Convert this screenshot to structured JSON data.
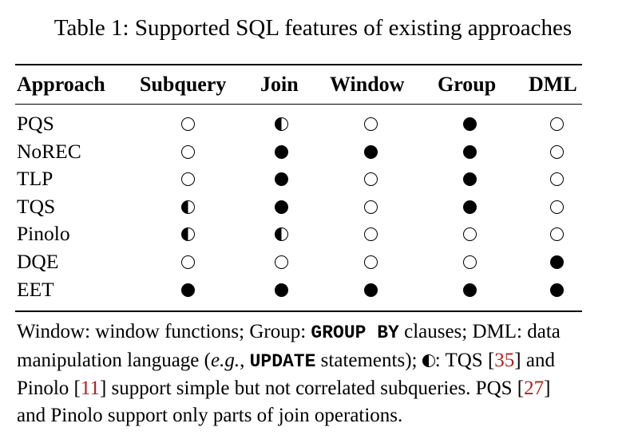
{
  "caption": "Table 1: Supported SQL features of existing approaches",
  "table": {
    "headers": [
      "Approach",
      "Subquery",
      "Join",
      "Window",
      "Group",
      "DML"
    ],
    "rows": [
      {
        "approach": "PQS",
        "cells": [
          "empty",
          "half",
          "empty",
          "full",
          "empty"
        ]
      },
      {
        "approach": "NoREC",
        "cells": [
          "empty",
          "full",
          "full",
          "full",
          "empty"
        ]
      },
      {
        "approach": "TLP",
        "cells": [
          "empty",
          "full",
          "empty",
          "full",
          "empty"
        ]
      },
      {
        "approach": "TQS",
        "cells": [
          "half",
          "full",
          "empty",
          "full",
          "empty"
        ]
      },
      {
        "approach": "Pinolo",
        "cells": [
          "half",
          "half",
          "empty",
          "empty",
          "empty"
        ]
      },
      {
        "approach": "DQE",
        "cells": [
          "empty",
          "empty",
          "empty",
          "empty",
          "full"
        ]
      },
      {
        "approach": "EET",
        "cells": [
          "full",
          "full",
          "full",
          "full",
          "full"
        ]
      }
    ]
  },
  "note": {
    "l1_a": "Window: window functions; Group: ",
    "l1_code": "GROUP BY",
    "l1_b": " clauses; DML: data",
    "l2_a": "manipulation language (",
    "l2_eg": "e.g.",
    "l2_b": ", ",
    "l2_code": "UPDATE",
    "l2_c": " statements); ",
    "l2_d": ": TQS [",
    "ref_tqs": "35",
    "l2_e": "] and",
    "l3_a": "Pinolo [",
    "ref_pinolo": "11",
    "l3_b": "] support simple but not correlated subqueries. PQS [",
    "ref_pqs": "27",
    "l3_c": "]",
    "l4": "and Pinolo support only parts of join operations."
  }
}
